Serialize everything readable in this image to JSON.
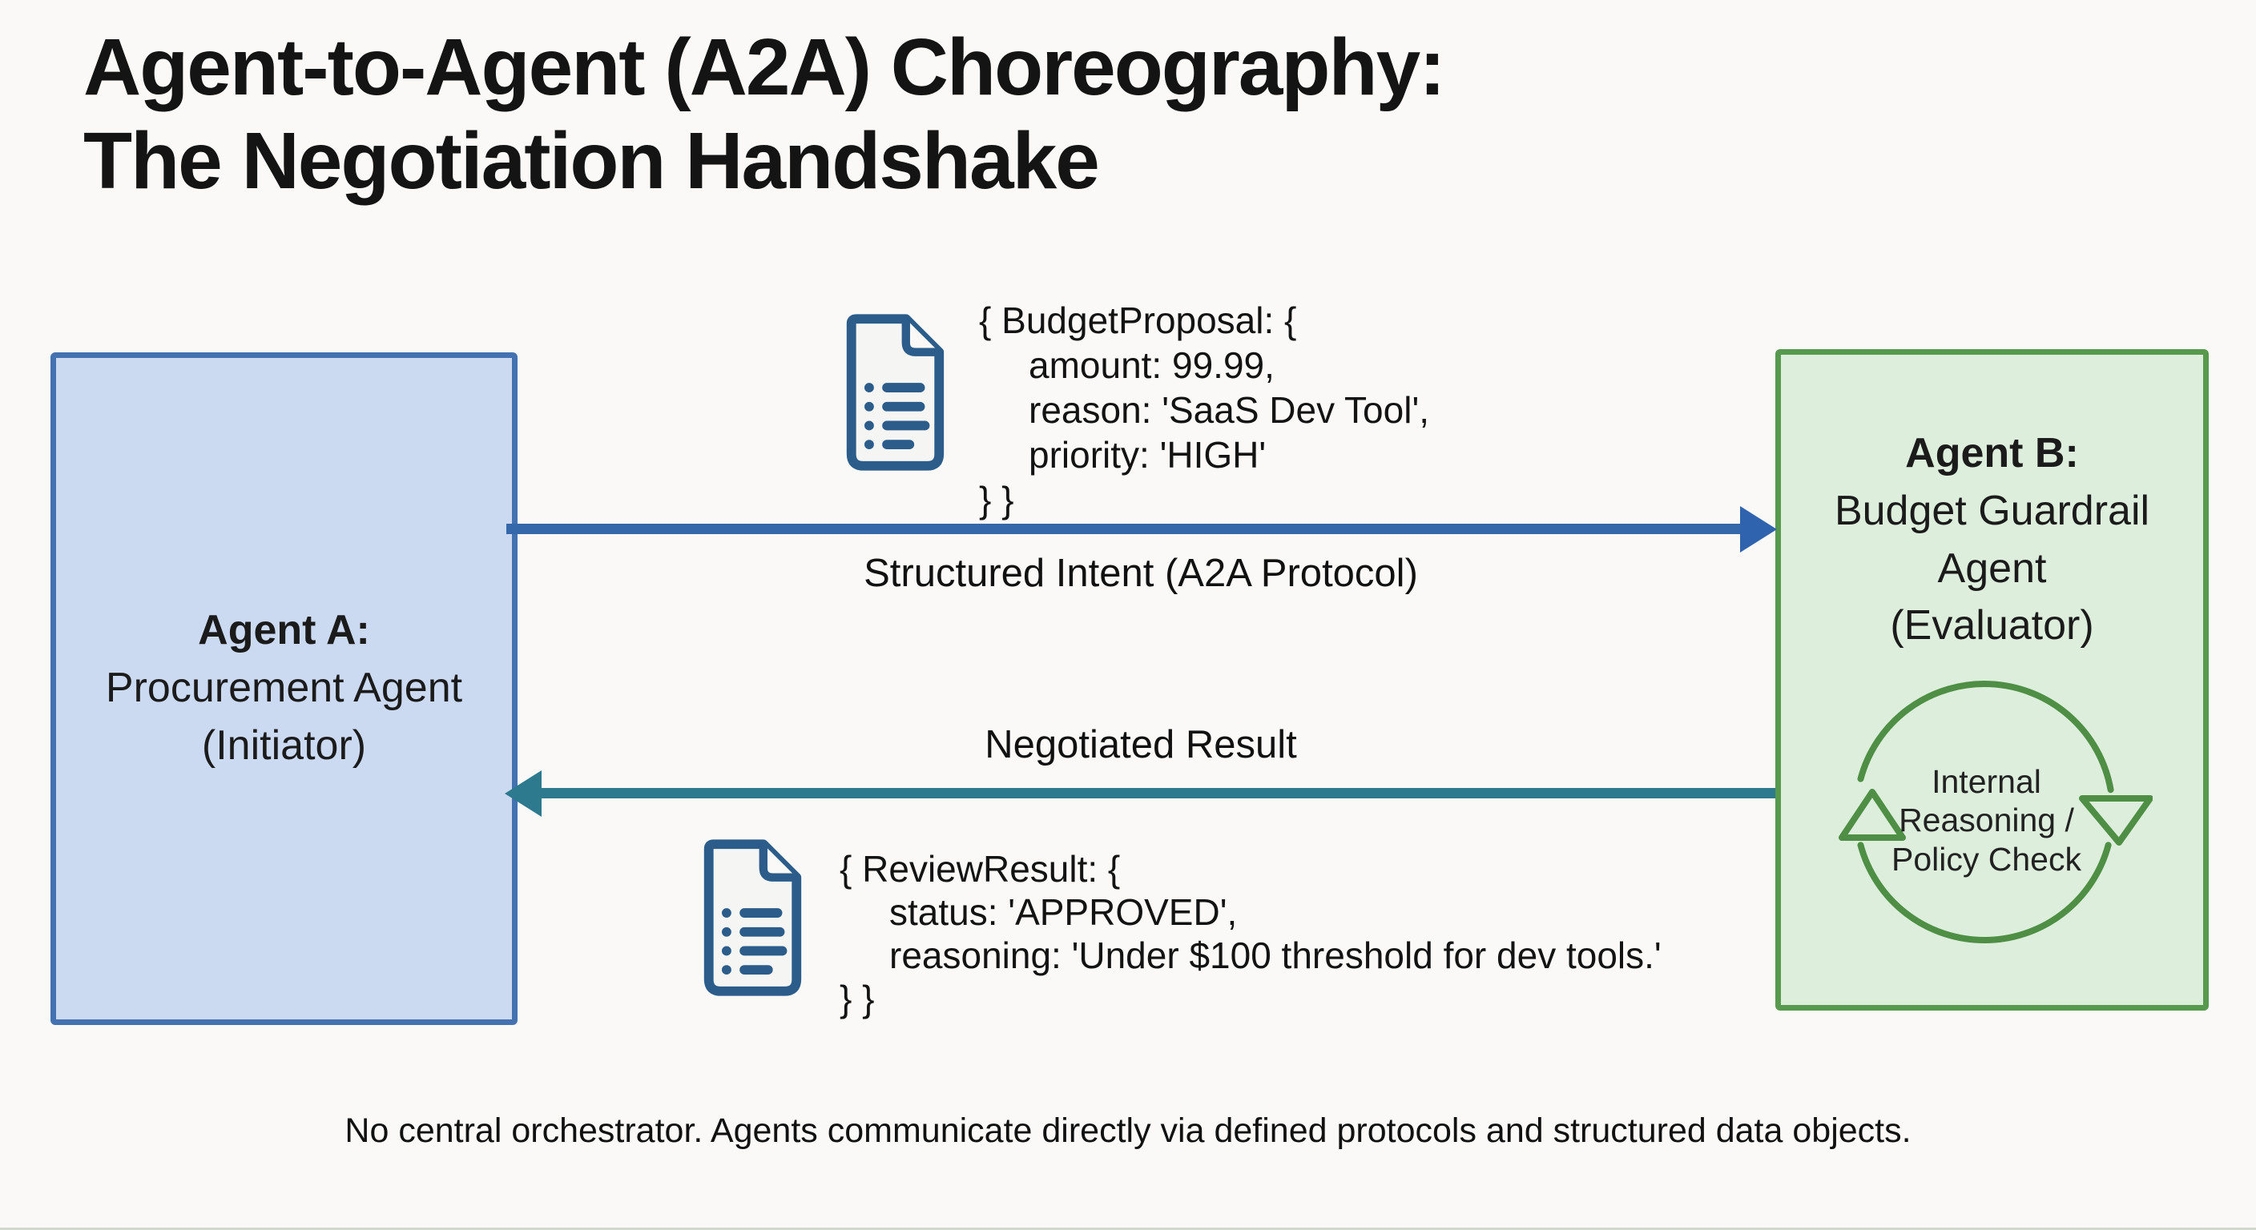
{
  "title": {
    "line1": "Agent-to-Agent (A2A) Choreography:",
    "line2": "The Negotiation Handshake"
  },
  "agent_a": {
    "name": "Agent A:",
    "role": "Procurement Agent",
    "subrole": "(Initiator)"
  },
  "agent_b": {
    "name": "Agent B:",
    "role_line1": "Budget Guardrail",
    "role_line2": "Agent",
    "subrole": "(Evaluator)",
    "internal_loop": {
      "line1": "Internal",
      "line2": "Reasoning /",
      "line3": "Policy Check"
    }
  },
  "top_message": {
    "label": "Structured Intent (A2A Protocol)",
    "payload_lines": [
      "{ BudgetProposal: {",
      "amount: 99.99,",
      "reason: 'SaaS Dev Tool',",
      "priority: 'HIGH'",
      "} }"
    ]
  },
  "bottom_message": {
    "label": "Negotiated Result",
    "payload_lines": [
      "{ ReviewResult: {",
      "status: 'APPROVED',",
      "reasoning: 'Under $100 threshold for dev tools.'",
      "} }"
    ]
  },
  "footer": {
    "caption": "No central orchestrator. Agents communicate directly via defined protocols and structured data objects."
  },
  "icons": {
    "top_document": "document-list-icon",
    "bottom_document": "document-list-icon",
    "agent_b_loop": "cycle-arrows-icon"
  },
  "colors": {
    "background": "#faf9f7",
    "title_text": "#141414",
    "agent_a_fill": "#ccdaf1",
    "agent_a_border": "#4472b0",
    "agent_b_fill": "#ddeedd",
    "agent_b_border": "#579a4e",
    "top_arrow": "#3468ab",
    "top_arrowhead": "#2f63ad",
    "bottom_arrow": "#2d7a8e",
    "document_icon_stroke": "#2b5c8a",
    "cycle_icon_stroke": "#4f8f45"
  }
}
